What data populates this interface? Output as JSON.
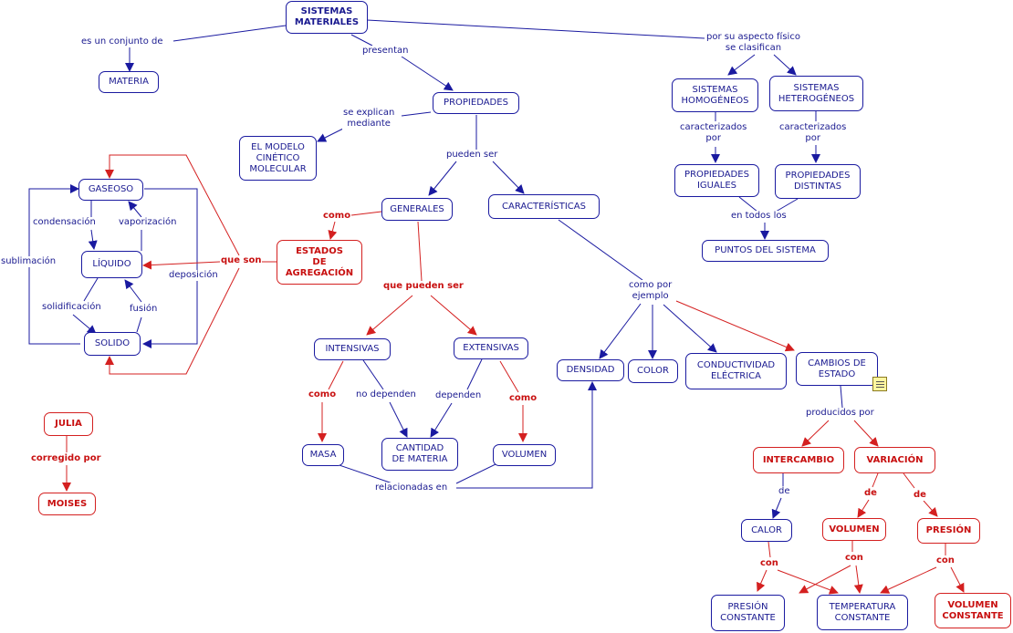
{
  "nodes": {
    "sistemas": "SISTEMAS\nMATERIALES",
    "materia": "MATERIA",
    "propiedades": "PROPIEDADES",
    "modelo": "EL MODELO\nCINÉTICO\nMOLECULAR",
    "homogeneos": "SISTEMAS\nHOMOGÉNEOS",
    "heterogeneos": "SISTEMAS\nHETEROGÉNEOS",
    "prop_iguales": "PROPIEDADES\nIGUALES",
    "prop_distintas": "PROPIEDADES\nDISTINTAS",
    "puntos": "PUNTOS DEL SISTEMA",
    "gaseoso": "GASEOSO",
    "liquido": "LÍQUIDO",
    "solido": "SOLIDO",
    "estados": "ESTADOS\nDE\nAGREGACIÓN",
    "generales": "GENERALES",
    "caracteristicas": "CARACTERÍSTICAS",
    "intensivas": "INTENSIVAS",
    "extensivas": "EXTENSIVAS",
    "masa": "MASA",
    "cantidad": "CANTIDAD\nDE MATERIA",
    "volumen": "VOLUMEN",
    "densidad": "DENSIDAD",
    "color": "COLOR",
    "conductividad": "CONDUCTIVIDAD\nELÉCTRICA",
    "cambios": "CAMBIOS DE\nESTADO",
    "intercambio": "INTERCAMBIO",
    "variacion": "VARIACIÓN",
    "calor": "CALOR",
    "volumen2": "VOLUMEN",
    "presion": "PRESIÓN",
    "presion_const": "PRESIÓN\nCONSTANTE",
    "temp_const": "TEMPERATURA\nCONSTANTE",
    "volumen_const": "VOLUMEN\nCONSTANTE",
    "julia": "JULIA",
    "moises": "MOISES"
  },
  "labels": {
    "conjunto": "es un conjunto de",
    "presentan": "presentan",
    "aspecto": "por su aspecto físico\nse clasifican",
    "explican": "se explican\nmediante",
    "pueden_ser": "pueden ser",
    "caract_por1": "caracterizados\npor",
    "caract_por2": "caracterizados\npor",
    "todos": "en todos los",
    "como1": "como",
    "que_son": "que son",
    "condensacion": "condensación",
    "vaporizacion": "vaporización",
    "sublimacion": "sublimación",
    "deposicion": "deposición",
    "solidificacion": "solidificación",
    "fusion": "fusión",
    "que_pueden_ser": "que pueden ser",
    "como_por": "como por\nejemplo",
    "como2": "como",
    "no_dependen": "no dependen",
    "dependen": "dependen",
    "como3": "como",
    "relacionadas": "relacionadas en",
    "producidos": "producidos por",
    "de1": "de",
    "de2": "de",
    "de3": "de",
    "con1": "con",
    "con2": "con",
    "con3": "con",
    "corregido": "corregido por"
  },
  "colors": {
    "blue": "#1a1aa0",
    "red": "#d42020"
  }
}
